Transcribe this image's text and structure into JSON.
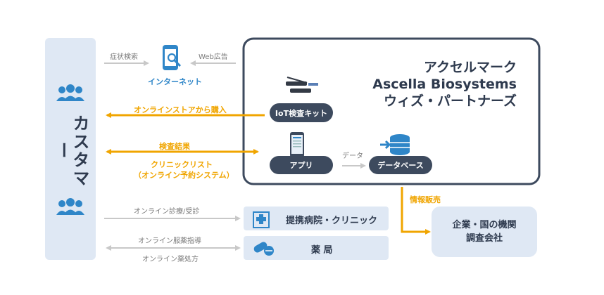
{
  "customer": {
    "label": "カスタマー"
  },
  "internet": {
    "label": "インターネット",
    "left_label": "症状検索",
    "right_label": "Web広告"
  },
  "company_box": {
    "line1": "アクセルマーク",
    "line2": "Ascella Biosystems",
    "line3": "ウィズ・パートナーズ"
  },
  "iot_kit": {
    "label": "IoT検査キット",
    "arrow_label": "オンラインストアから購入"
  },
  "app": {
    "label": "アプリ",
    "arrow_label_top": "検査結果",
    "arrow_label_bottom1": "クリニックリスト",
    "arrow_label_bottom2": "（オンライン予約システム）"
  },
  "data_arrow": {
    "label": "データ"
  },
  "database": {
    "label": "データベース"
  },
  "info_sales": {
    "label": "情報販売"
  },
  "hospital": {
    "label": "提携病院・クリニック",
    "arrow_label": "オンライン診療/受診"
  },
  "pharmacy": {
    "label": "薬 局",
    "arrow_label_top": "オンライン服薬指導",
    "arrow_label_bottom": "オンライン薬処方"
  },
  "orgs": {
    "line1": "企業・国の機関",
    "line2": "調査会社"
  },
  "colors": {
    "orange": "#f0a500",
    "dark": "#3d4a5e",
    "pale_blue": "#dfe8f4",
    "icon_blue": "#2f86c8",
    "gray_arrow": "#c8c8c8"
  }
}
